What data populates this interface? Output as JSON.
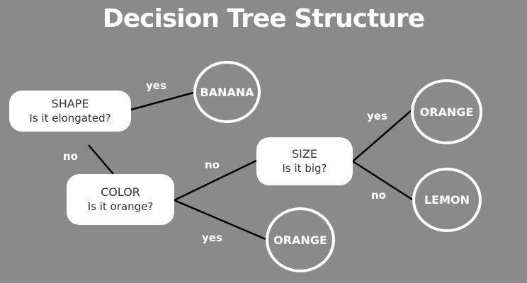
{
  "title": "Decision Tree Structure",
  "nodes": {
    "shape": {
      "title": "SHAPE",
      "question": "Is it elongated?"
    },
    "color": {
      "title": "COLOR",
      "question": "Is it orange?"
    },
    "size": {
      "title": "SIZE",
      "question": "Is it big?"
    }
  },
  "leaves": {
    "banana": "BANANA",
    "orange_top": "ORANGE",
    "lemon": "LEMON",
    "orange_bottom": "ORANGE"
  },
  "edge_labels": {
    "shape_yes": "yes",
    "shape_no": "no",
    "color_no": "no",
    "color_yes": "yes",
    "size_yes": "yes",
    "size_no": "no"
  },
  "colors": {
    "background": "#8a8a8a",
    "node_fill": "#ffffff",
    "line": "#000000",
    "text_light": "#ffffff"
  }
}
